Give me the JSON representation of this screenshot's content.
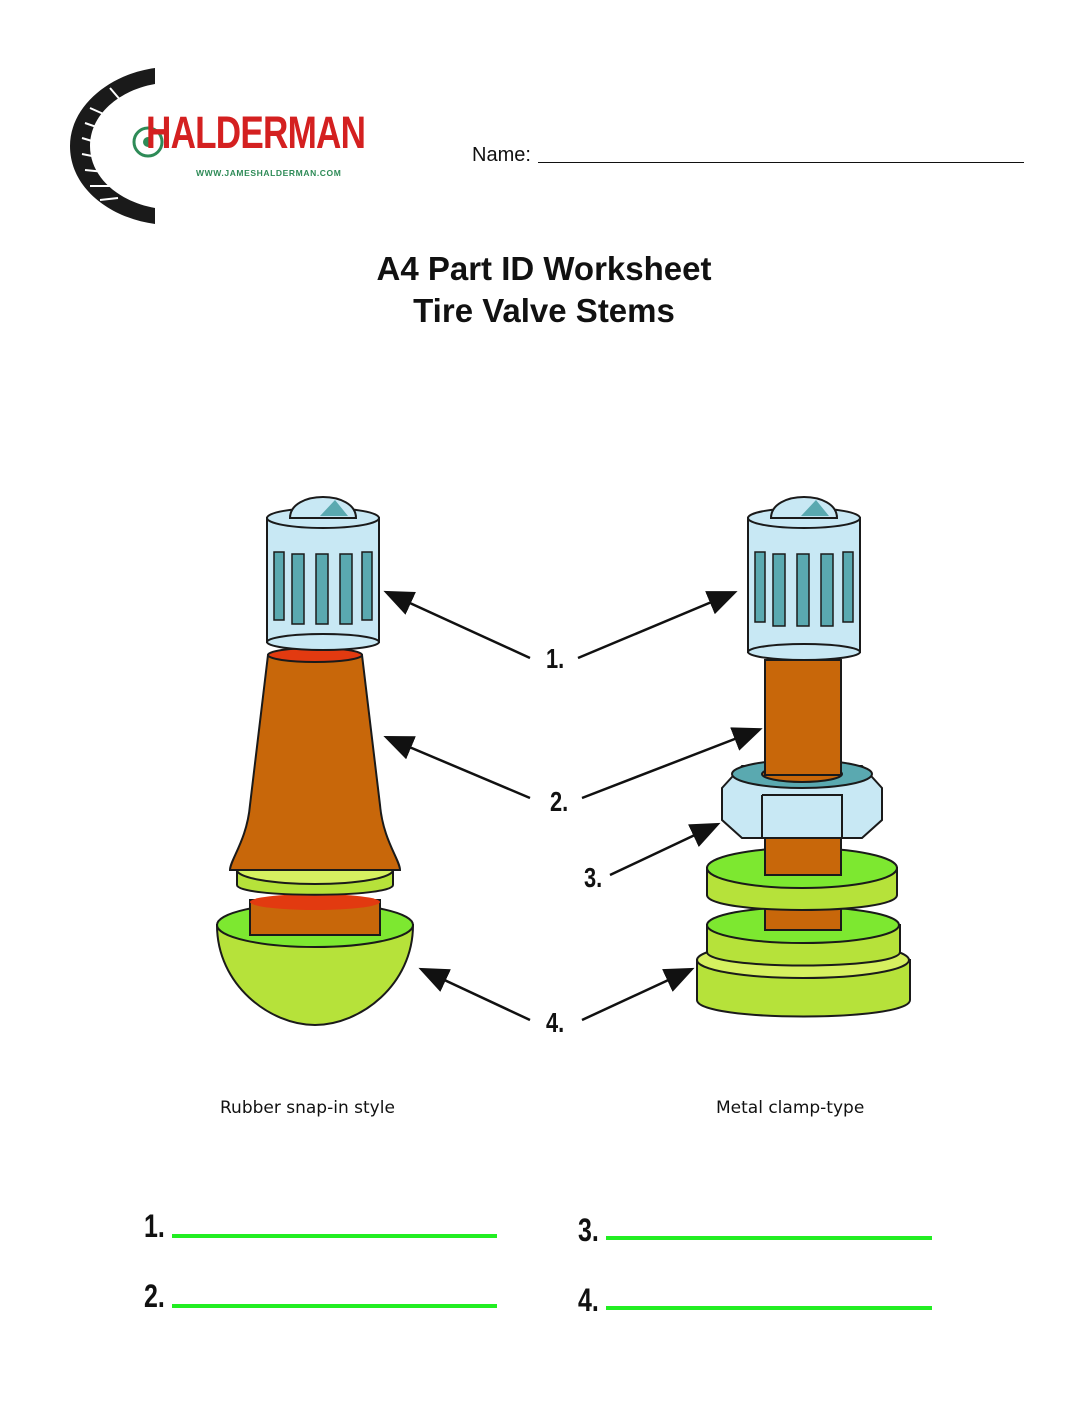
{
  "header": {
    "brand": "HALDERMAN",
    "brand_url": "WWW.JAMESHALDERMAN.COM",
    "name_label": "Name:"
  },
  "title": {
    "line1": "A4 Part ID Worksheet",
    "line2": "Tire Valve Stems"
  },
  "figures": [
    {
      "caption": "Rubber snap-in style"
    },
    {
      "caption": "Metal clamp-type"
    }
  ],
  "callouts": [
    "1.",
    "2.",
    "3.",
    "4."
  ],
  "answers": [
    "1.",
    "2.",
    "3.",
    "4."
  ],
  "colors": {
    "brand_red": "#d42020",
    "cap_blue": "#c8e8f4",
    "cap_rib": "#5aa9b0",
    "stem_orange": "#c8670a",
    "base_green": "#b6e23a",
    "answer_line": "#22ee22"
  }
}
